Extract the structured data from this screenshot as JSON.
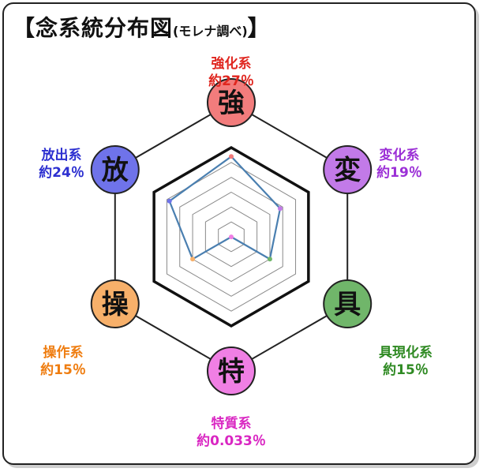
{
  "title": {
    "bracket_open": "【",
    "main": "念系統分布図",
    "sub": "(モレナ調べ)",
    "bracket_close": "】"
  },
  "chart_data": {
    "type": "radar",
    "title": "念系統分布図",
    "subtitle": "(モレナ調べ)",
    "categories": [
      {
        "kanji": "強",
        "label": "強化系",
        "value_text": "約27％",
        "value": 27,
        "color": "#e0261f",
        "fill": "#f27c7c"
      },
      {
        "kanji": "変",
        "label": "変化系",
        "value_text": "約19％",
        "value": 19,
        "color": "#9b2fd6",
        "fill": "#c27ae8"
      },
      {
        "kanji": "具",
        "label": "具現化系",
        "value_text": "約15％",
        "value": 15,
        "color": "#2f8a23",
        "fill": "#70b66a"
      },
      {
        "kanji": "特",
        "label": "特質系",
        "value_text": "約0.033％",
        "value": 0.033,
        "color": "#d926c2",
        "fill": "#f07fe4"
      },
      {
        "kanji": "操",
        "label": "操作系",
        "value_text": "約15％",
        "value": 15,
        "color": "#ef7d10",
        "fill": "#f7b06a"
      },
      {
        "kanji": "放",
        "label": "放出系",
        "value_text": "約24％",
        "value": 24,
        "color": "#2c2fd0",
        "fill": "#6f73ea"
      }
    ],
    "max": 30,
    "grid_levels": 6,
    "series_color": "#4a7fb0"
  }
}
